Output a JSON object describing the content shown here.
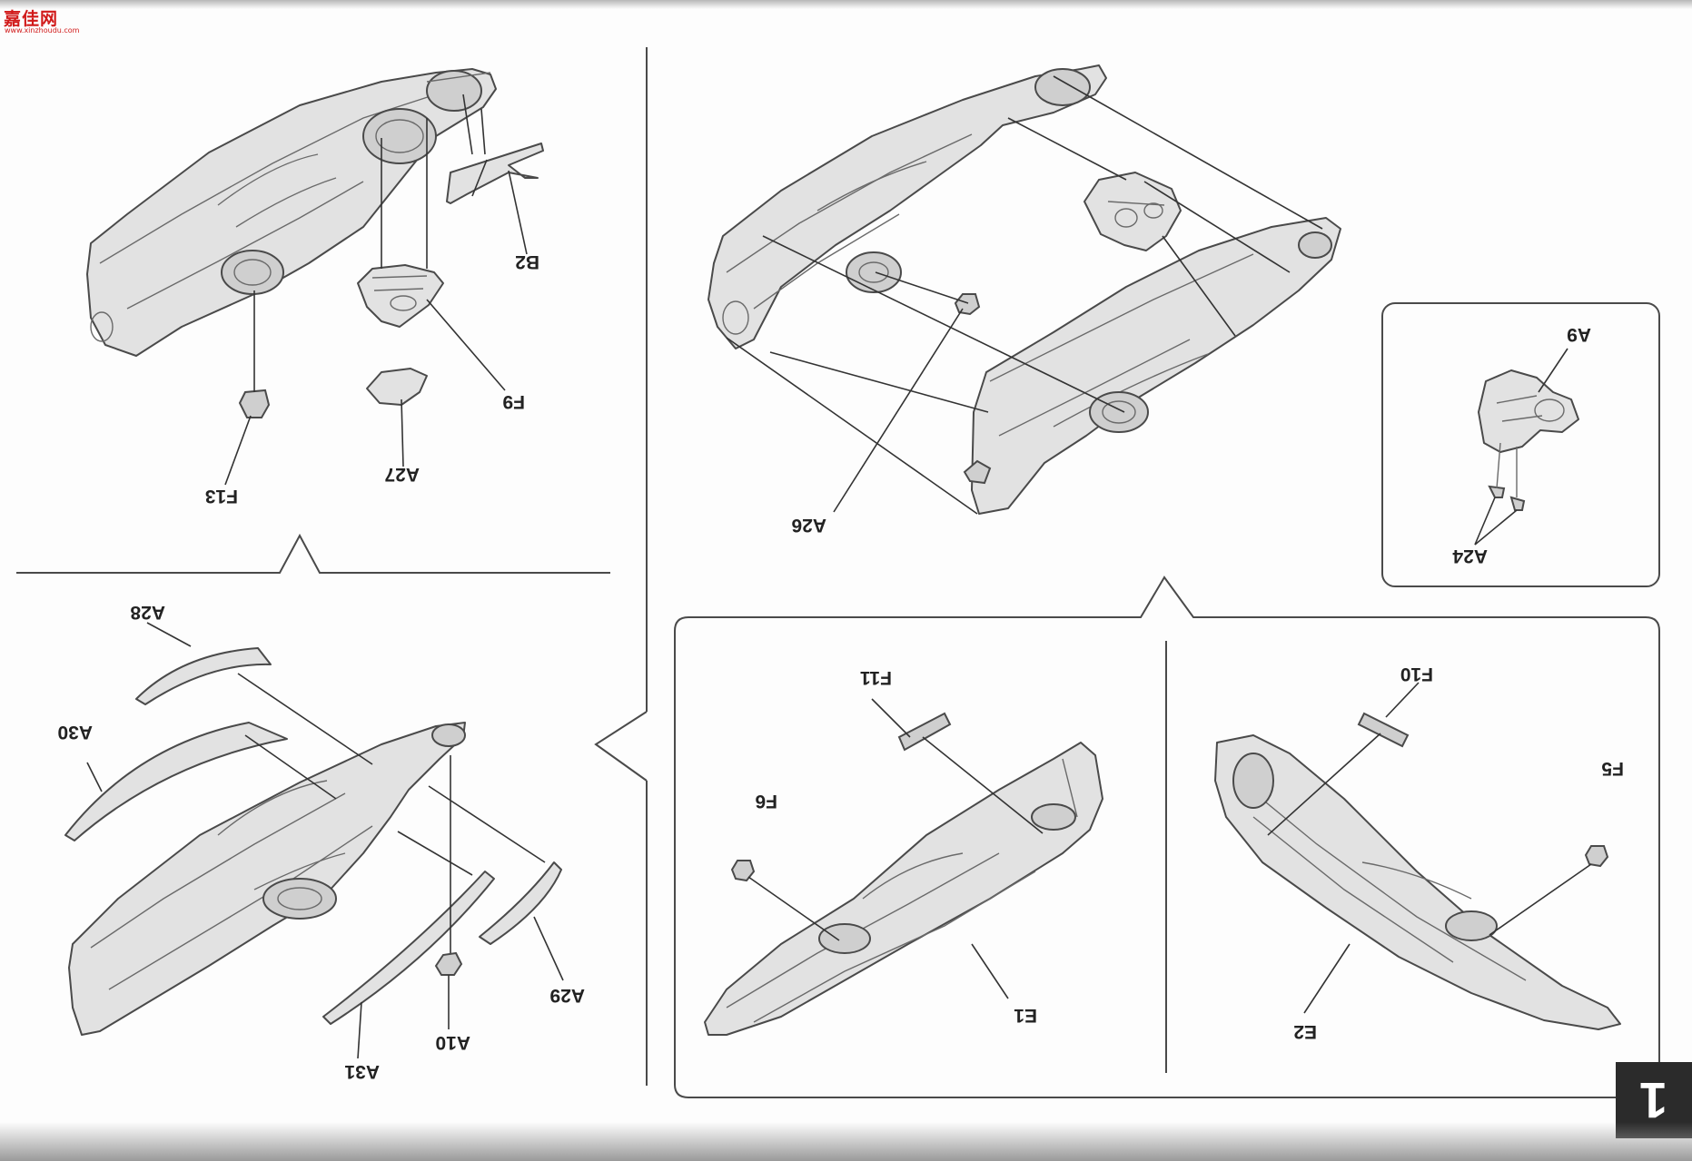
{
  "watermark": {
    "main": "嘉佳网",
    "sub": "www.xinzhoudu.com"
  },
  "step": {
    "number": "1"
  },
  "labels": {
    "B2": "B2",
    "F9": "F9",
    "A27": "A27",
    "F13": "F13",
    "A26": "A26",
    "A9": "A9",
    "A24": "A24",
    "A28": "A28",
    "A30": "A30",
    "A29": "A29",
    "A31": "A31",
    "A10": "A10",
    "F11": "F11",
    "F10": "F10",
    "F6": "F6",
    "F5": "F5",
    "E1": "E1",
    "E2": "E2"
  },
  "colors": {
    "logo": "#d11a1a",
    "line_art": "#4a4a4a",
    "part_fill": "#e2e2e2",
    "step_badge": "#2b2b2b"
  }
}
